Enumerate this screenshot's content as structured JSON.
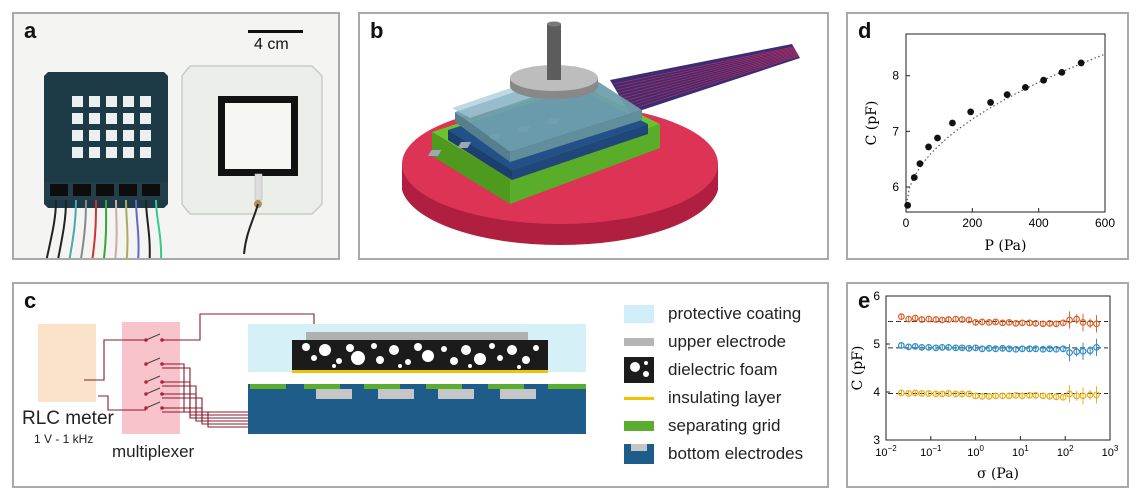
{
  "panels": {
    "a": {
      "label": "a",
      "scale_text": "4 cm"
    },
    "b": {
      "label": "b"
    },
    "c": {
      "label": "c",
      "rlc_title": "RLC meter",
      "rlc_sub": "1 V - 1 kHz",
      "mux_label": "multiplexer",
      "legend": [
        {
          "text": "protective coating",
          "color": "#cfeefa",
          "icon": "swatch-icon"
        },
        {
          "text": "upper electrode",
          "color": "#b5b5b5",
          "icon": "swatch-icon"
        },
        {
          "text": "dielectric foam",
          "color": "#1c1c1c",
          "icon": "foam-icon"
        },
        {
          "text": "insulating layer",
          "color": "#f2c300",
          "icon": "line-icon"
        },
        {
          "text": "separating grid",
          "color": "#5aad2e",
          "icon": "swatch-icon"
        },
        {
          "text": "bottom electrodes",
          "color": "#1e5c8a",
          "icon": "electrode-icon"
        }
      ]
    },
    "d": {
      "label": "d"
    },
    "e": {
      "label": "e"
    }
  },
  "chart_data": [
    {
      "panel": "d",
      "type": "scatter",
      "xlabel": "P (Pa)",
      "ylabel": "C (pF)",
      "xlim": [
        0,
        600
      ],
      "ylim": [
        5.55,
        8.75
      ],
      "xticks": [
        0,
        200,
        400,
        600
      ],
      "yticks": [
        6,
        7,
        8
      ],
      "x": [
        5,
        25,
        42,
        68,
        95,
        140,
        195,
        255,
        305,
        360,
        415,
        470,
        528
      ],
      "y": [
        5.67,
        6.17,
        6.42,
        6.72,
        6.88,
        7.15,
        7.35,
        7.52,
        7.66,
        7.79,
        7.92,
        8.06,
        8.23
      ],
      "fit_curve": "dotted"
    },
    {
      "panel": "e",
      "type": "scatter",
      "xscale": "log",
      "xlabel": "σ (Pa)",
      "ylabel": "C (pF)",
      "xlim": [
        0.01,
        1000
      ],
      "ylim": [
        3,
        6
      ],
      "xtick_exponents": [
        -2,
        -1,
        0,
        1,
        2,
        3
      ],
      "yticks": [
        3,
        4,
        5,
        6
      ],
      "x": [
        0.022,
        0.032,
        0.045,
        0.063,
        0.09,
        0.13,
        0.18,
        0.25,
        0.36,
        0.5,
        0.71,
        1.0,
        1.4,
        2.0,
        2.8,
        4.0,
        5.6,
        7.9,
        11,
        16,
        22,
        32,
        45,
        63,
        90,
        125,
        180,
        250,
        360,
        500
      ],
      "series": [
        {
          "color": "#d9622b",
          "ref_line": 5.47,
          "values": [
            5.57,
            5.52,
            5.54,
            5.51,
            5.52,
            5.51,
            5.5,
            5.51,
            5.52,
            5.51,
            5.5,
            5.45,
            5.46,
            5.45,
            5.46,
            5.44,
            5.45,
            5.43,
            5.44,
            5.44,
            5.43,
            5.42,
            5.43,
            5.42,
            5.44,
            5.5,
            5.52,
            5.45,
            5.43,
            5.42
          ]
        },
        {
          "color": "#2f8ec4",
          "ref_line": 4.92,
          "values": [
            4.97,
            4.94,
            4.95,
            4.93,
            4.93,
            4.92,
            4.93,
            4.93,
            4.92,
            4.92,
            4.91,
            4.92,
            4.9,
            4.91,
            4.9,
            4.91,
            4.9,
            4.89,
            4.9,
            4.9,
            4.9,
            4.89,
            4.9,
            4.89,
            4.9,
            4.82,
            4.84,
            4.85,
            4.86,
            4.93
          ]
        },
        {
          "color": "#e6b022",
          "ref_line": 3.97,
          "values": [
            3.98,
            3.97,
            3.98,
            3.97,
            3.97,
            3.96,
            3.96,
            3.97,
            3.96,
            3.96,
            3.96,
            3.92,
            3.91,
            3.91,
            3.92,
            3.92,
            3.92,
            3.93,
            3.92,
            3.93,
            3.93,
            3.92,
            3.91,
            3.9,
            3.89,
            3.96,
            3.92,
            3.92,
            3.94,
            3.94
          ]
        }
      ]
    }
  ]
}
